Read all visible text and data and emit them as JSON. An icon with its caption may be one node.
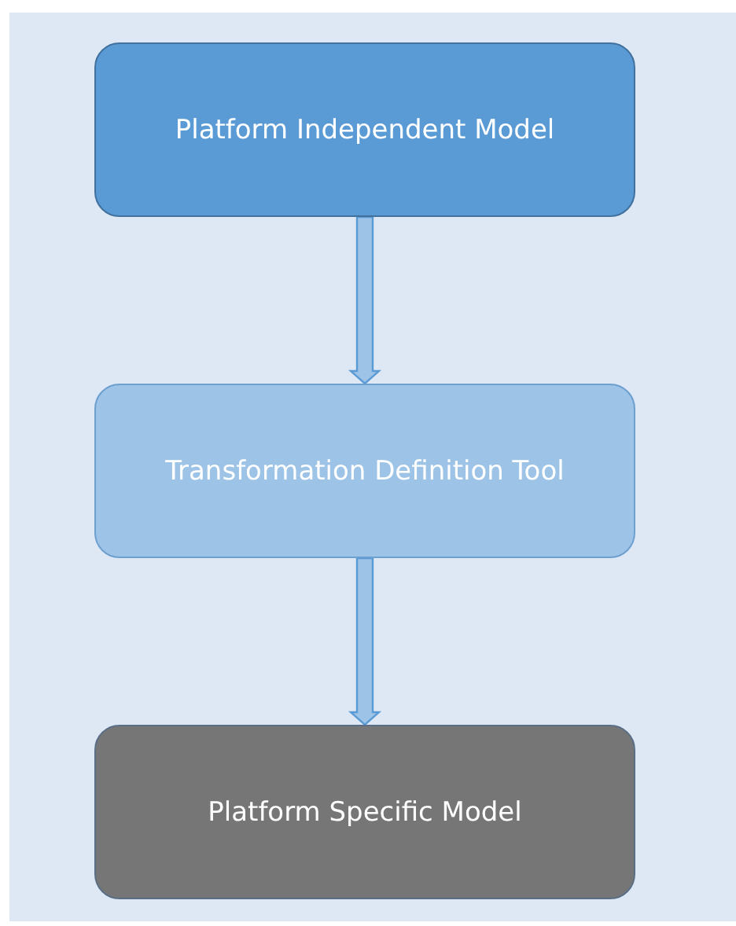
{
  "diagram": {
    "nodes": [
      {
        "text": [
          "Platform Independent Model"
        ]
      },
      {
        "text": [
          "Transformation Definition Tool"
        ]
      },
      {
        "text": [
          "Platform Specific Model"
        ]
      }
    ],
    "edges": [
      {
        "from": 0,
        "to": 1,
        "arrow": "to"
      },
      {
        "from": 1,
        "to": 2,
        "arrow": "to"
      }
    ]
  }
}
